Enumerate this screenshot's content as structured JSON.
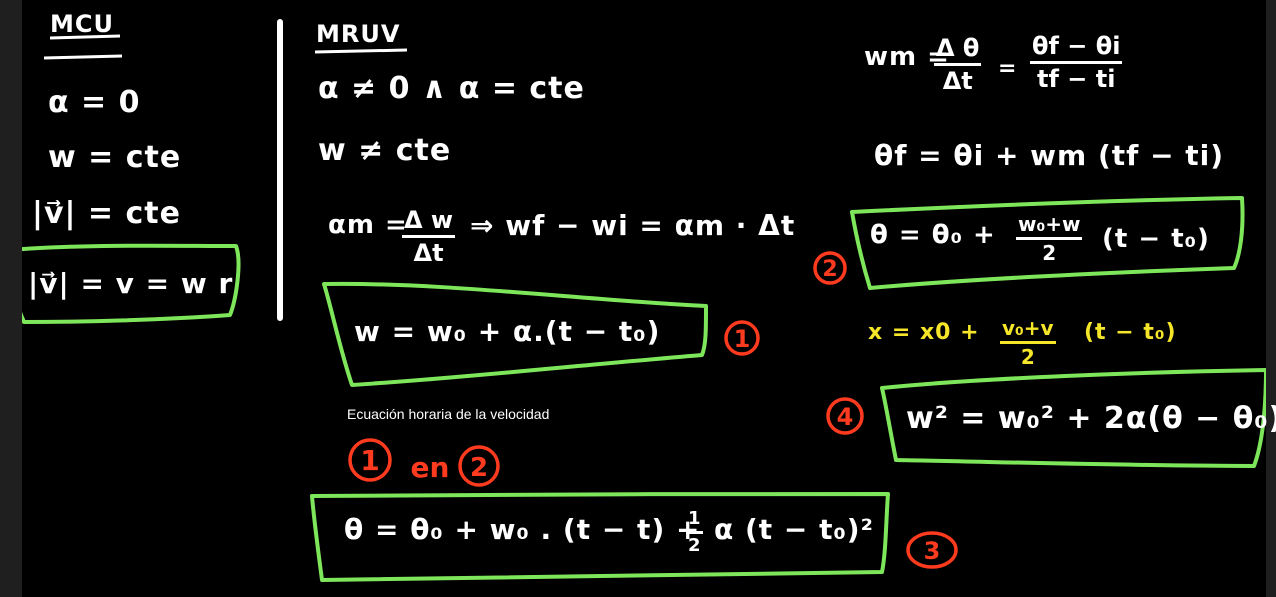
{
  "mcu": {
    "title": "MCU",
    "line1": "α = 0",
    "line2": "w = cte",
    "line3": "|v⃗| = cte",
    "line4": "|v⃗| = v = w r"
  },
  "mruv": {
    "title": "MRUV",
    "line1": "α ≠ 0 ∧ α = cte",
    "line2": "w ≠ cte",
    "am_lhs": "αm =",
    "am_num": "Δ w",
    "am_den": "Δt",
    "am_rhs": "⇒ wf − wi = αm · Δt",
    "eq1": "w = w₀ + α.(t − t₀)",
    "eq1_tag": "1",
    "caption": "Ecuación horaria de la velocidad",
    "sub_a": "1",
    "sub_en": "en",
    "sub_b": "2",
    "eq3_main": "θ = θ₀ + w₀ . (t − t) +",
    "eq3_half_num": "1",
    "eq3_half_den": "2",
    "eq3_tail": "α (t − t₀)²",
    "eq3_tag": "3"
  },
  "right": {
    "wm_lhs": "wm =",
    "wm_num": "Δ θ",
    "wm_den": "Δt",
    "wm_eq": "=",
    "wm_num2": "θf − θi",
    "wm_den2": "tf − ti",
    "thf": "θf = θi + wm (tf − ti)",
    "eq2_lhs": "θ = θ₀ +",
    "eq2_num": "w₀+w",
    "eq2_den": "2",
    "eq2_tail": "(t − t₀)",
    "eq2_tag": "2",
    "x_lhs": "x = x0 +",
    "x_num": "v₀+v",
    "x_den": "2",
    "x_tail": "(t − t₀)",
    "eq4": "w² = w₀² + 2α(θ − θ₀)",
    "eq4_tag": "4"
  }
}
